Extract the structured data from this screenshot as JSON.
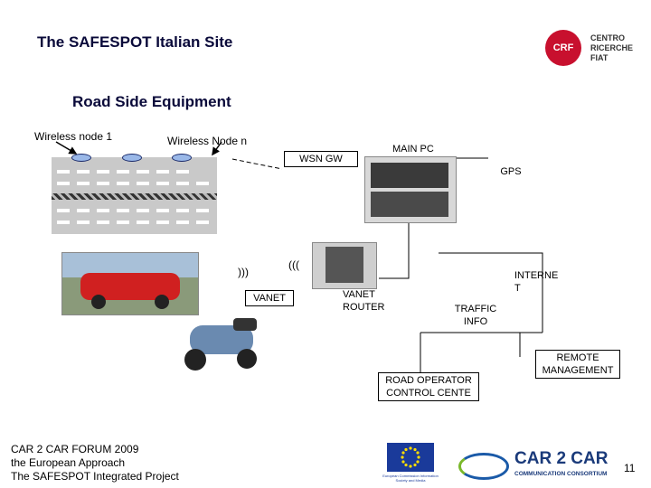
{
  "header": {
    "title": "The SAFESPOT Italian Site"
  },
  "logo_crf": {
    "badge": "CRF",
    "lines": [
      "CENTRO",
      "RICERCHE",
      "FIAT"
    ]
  },
  "diagram": {
    "subtitle": "Road Side Equipment",
    "wireless_node_1": "Wireless node 1",
    "wireless_node_n": "Wireless Node n",
    "wsn_gw": "WSN GW",
    "main_pc": "MAIN PC",
    "gps": "GPS",
    "signal_left": ")))",
    "signal_right": "(((",
    "vanet": "VANET",
    "vanet_router": "VANET ROUTER",
    "internet": "INTERNE T",
    "traffic_info": "TRAFFIC INFO",
    "remote_management": "REMOTE MANAGEMENT",
    "road_operator": "ROAD OPERATOR CONTROL CENTE"
  },
  "footer": {
    "line1": "CAR 2 CAR FORUM 2009",
    "line2": "the European Approach",
    "line3": "The SAFESPOT Integrated Project",
    "page": "11"
  },
  "logos": {
    "ec_caption": "European Commission Information Society and Media",
    "c2c_main": "CAR 2 CAR",
    "c2c_sub": "COMMUNICATION CONSORTIUM"
  }
}
